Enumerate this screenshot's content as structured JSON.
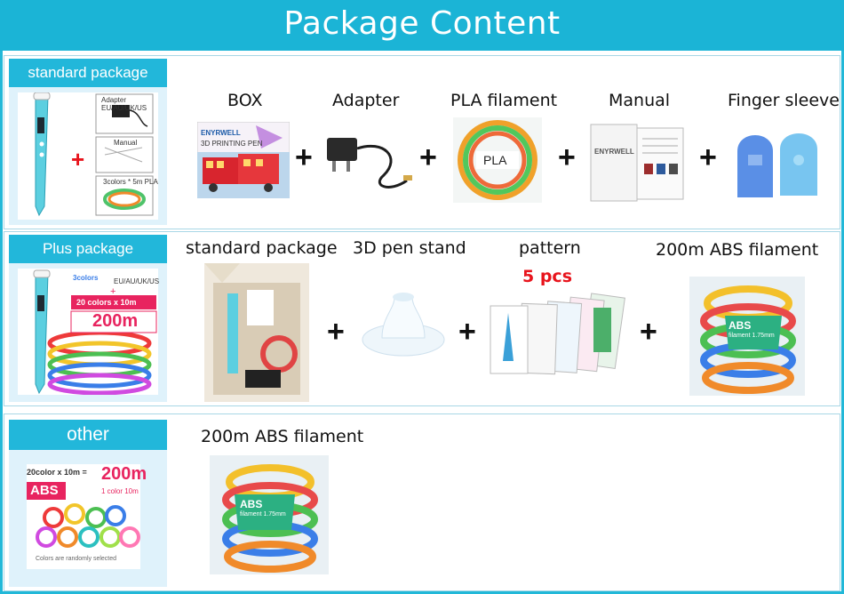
{
  "header": {
    "title": "Package Content"
  },
  "colors": {
    "accent": "#1bb4d6",
    "panel": "#dff2fb",
    "highlight": "#e8141c"
  },
  "standard": {
    "tab": "standard package",
    "thumb_labels": {
      "adapter": "Adapter EU/AU/UK/US",
      "manual": "Manual",
      "colors": "3colors * 5m PLA"
    },
    "plus_sign": "+",
    "items": [
      {
        "label": "BOX",
        "box_text": "3D PRINTING PEN",
        "brand": "ENYRWELL"
      },
      {
        "label": "Adapter"
      },
      {
        "label": "PLA filament",
        "tag": "PLA"
      },
      {
        "label": "Manual",
        "brand": "ENYRWELL"
      },
      {
        "label": "Finger sleeve"
      }
    ]
  },
  "plus": {
    "tab": "Plus package",
    "thumb_lines": {
      "colors": "3colors",
      "region": "EU/AU/UK/US",
      "plus": "+",
      "count": "20 colors x 10m",
      "total": "200m"
    },
    "items": [
      {
        "label": "standard package"
      },
      {
        "label": "3D pen stand"
      },
      {
        "label": "pattern",
        "note": "5 pcs"
      },
      {
        "label": "200m ABS filament",
        "tag_line1": "ABS",
        "tag_line2": "filament 1.75mm"
      }
    ]
  },
  "other": {
    "tab": "other",
    "thumb_lines": {
      "spec": "20color x 10m =",
      "total": "200m",
      "abs": "ABS",
      "per": "1 color 10m",
      "note": "Colors are randomly selected"
    },
    "items": [
      {
        "label": "200m ABS filament",
        "tag_line1": "ABS",
        "tag_line2": "filament 1.75mm"
      }
    ]
  },
  "plus_signs": [
    "+",
    "+",
    "+",
    "+",
    "+",
    "+",
    "+"
  ]
}
